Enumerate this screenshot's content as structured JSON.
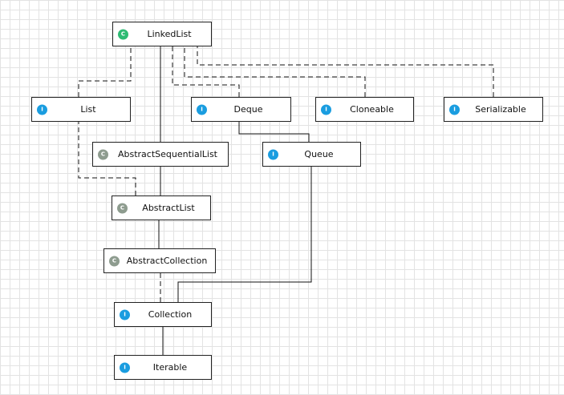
{
  "diagram": {
    "nodes": [
      {
        "id": "linkedlist",
        "label": "LinkedList",
        "kind": "class",
        "badge": "C"
      },
      {
        "id": "list",
        "label": "List",
        "kind": "interface",
        "badge": "I"
      },
      {
        "id": "deque",
        "label": "Deque",
        "kind": "interface",
        "badge": "I"
      },
      {
        "id": "cloneable",
        "label": "Cloneable",
        "kind": "interface",
        "badge": "I"
      },
      {
        "id": "serializable",
        "label": "Serializable",
        "kind": "interface",
        "badge": "I"
      },
      {
        "id": "abstractsequentiallist",
        "label": "AbstractSequentialList",
        "kind": "abstract",
        "badge": "C"
      },
      {
        "id": "queue",
        "label": "Queue",
        "kind": "interface",
        "badge": "I"
      },
      {
        "id": "abstractlist",
        "label": "AbstractList",
        "kind": "abstract",
        "badge": "C"
      },
      {
        "id": "abstractcollection",
        "label": "AbstractCollection",
        "kind": "abstract",
        "badge": "C"
      },
      {
        "id": "collection",
        "label": "Collection",
        "kind": "interface",
        "badge": "I"
      },
      {
        "id": "iterable",
        "label": "Iterable",
        "kind": "interface",
        "badge": "I"
      }
    ],
    "edges": [
      {
        "from": "list",
        "to": "linkedlist",
        "style": "dashed"
      },
      {
        "from": "abstractsequentiallist",
        "to": "linkedlist",
        "style": "solid"
      },
      {
        "from": "deque",
        "to": "linkedlist",
        "style": "dashed"
      },
      {
        "from": "cloneable",
        "to": "linkedlist",
        "style": "dashed"
      },
      {
        "from": "serializable",
        "to": "linkedlist",
        "style": "dashed"
      },
      {
        "from": "queue",
        "to": "deque",
        "style": "solid"
      },
      {
        "from": "abstractlist",
        "to": "abstractsequentiallist",
        "style": "solid"
      },
      {
        "from": "abstractlist",
        "to": "list",
        "style": "dashed"
      },
      {
        "from": "abstractcollection",
        "to": "abstractlist",
        "style": "solid"
      },
      {
        "from": "collection",
        "to": "abstractcollection",
        "style": "dashed"
      },
      {
        "from": "collection",
        "to": "queue",
        "style": "solid"
      },
      {
        "from": "iterable",
        "to": "collection",
        "style": "solid"
      }
    ]
  },
  "colors": {
    "interface_badge": "#1a9de0",
    "class_badge": "#2dbb73",
    "abstract_badge": "#8e9c8f",
    "line": "#111111",
    "grid": "#e3e3e3"
  },
  "icons": {
    "interface": "interface-badge-icon",
    "class": "class-badge-icon",
    "abstract": "abstract-class-badge-icon"
  }
}
